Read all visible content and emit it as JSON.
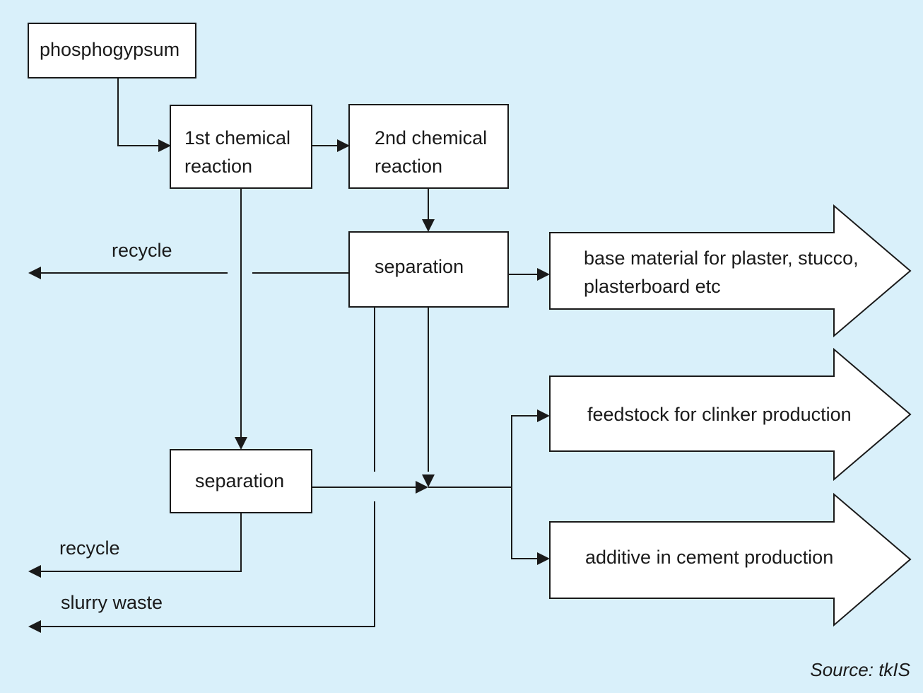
{
  "nodes": {
    "phosphogypsum": "phosphogypsum",
    "reaction1": [
      "1st chemical",
      "reaction"
    ],
    "reaction2": [
      "2nd chemical",
      "reaction"
    ],
    "separation_upper": "separation",
    "separation_lower": "separation"
  },
  "outputs": {
    "base_material": [
      "base material for plaster, stucco,",
      "plasterboard etc"
    ],
    "feedstock": "feedstock for clinker production",
    "additive": "additive in cement production"
  },
  "labels": {
    "recycle_upper": "recycle",
    "recycle_lower": "recycle",
    "slurry_waste": "slurry waste"
  },
  "source": "Source: tkIS"
}
